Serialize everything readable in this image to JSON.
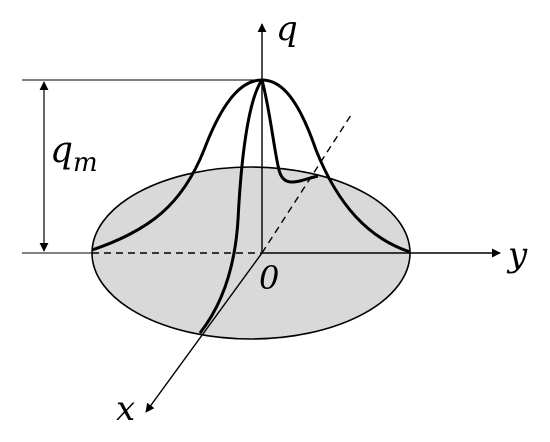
{
  "labels": {
    "q_axis": "q",
    "y_axis": "y",
    "x_axis": "x",
    "origin": "0",
    "qm_main": "q",
    "qm_sub": "m"
  },
  "colors": {
    "ellipse_fill": "#d9d9d9",
    "stroke": "#000000",
    "background": "#ffffff"
  }
}
